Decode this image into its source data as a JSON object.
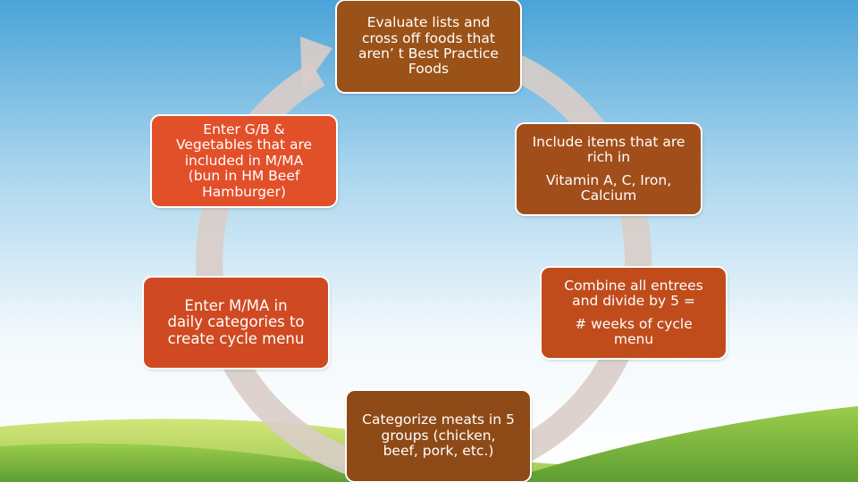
{
  "colors": {
    "sky_top": "#4aa3d8",
    "sky_bottom": "#eaf5fb",
    "grass_light": "#b6d64a",
    "grass_dark": "#6aa83a",
    "ring": "#d9cdc8",
    "box_brown": "#9a5218",
    "box_orange": "#e2502a",
    "box_rust": "#c04c1c"
  },
  "cycle_steps": [
    {
      "id": "evaluate",
      "text": "Evaluate lists and\ncross off foods that\naren’ t Best Practice\nFoods"
    },
    {
      "id": "include",
      "text": "Include items that are\nrich in",
      "text2": "Vitamin A, C, Iron,\nCalcium"
    },
    {
      "id": "combine",
      "text": "Combine all entrees\nand divide by 5 =",
      "text2": "# weeks of cycle\nmenu"
    },
    {
      "id": "categorize",
      "text": "Categorize meats in 5\ngroups (chicken,\nbeef, pork, etc.)"
    },
    {
      "id": "enter_mma",
      "text": "Enter M/MA in\ndaily categories to\ncreate cycle menu"
    },
    {
      "id": "enter_gb",
      "text": "Enter G/B  &\nVegetables that are\nincluded in M/MA\n(bun in HM Beef\nHamburger)"
    }
  ]
}
